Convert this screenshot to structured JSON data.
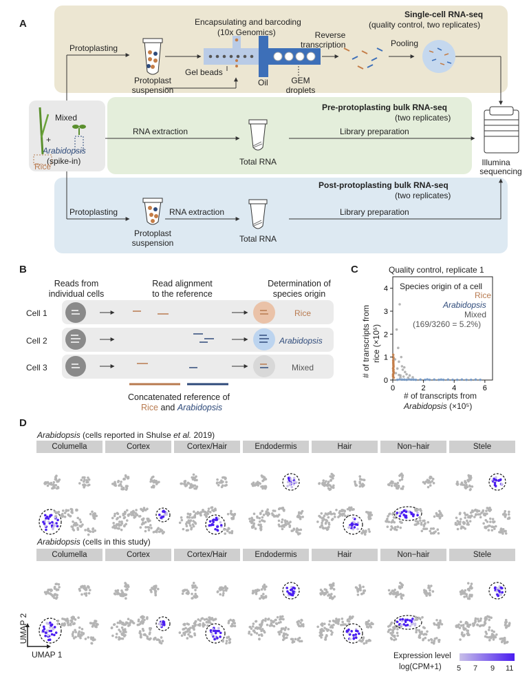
{
  "panel_a": {
    "letter": "A",
    "sc_title": "Single-cell RNA-seq",
    "sc_subtitle": "(quality control, two replicates)",
    "encapsulating": "Encapsulating and barcoding",
    "tenx": "(10x Genomics)",
    "reverse": "Reverse",
    "transcription": "transcription",
    "pooling": "Pooling",
    "protoplasting": "Protoplasting",
    "gel_beads": "Gel beads",
    "oil": "Oil",
    "gem": "GEM",
    "droplets": "droplets",
    "protoplast": "Protoplast",
    "suspension": "suspension",
    "mixed": "Mixed",
    "plus": "+",
    "arabidopsis": "Arabidopsis",
    "spike_in": "(spike-in)",
    "rice": "Rice",
    "pre_title": "Pre-protoplasting bulk RNA-seq",
    "two_replicates": "(two replicates)",
    "rna_extraction": "RNA extraction",
    "total_rna": "Total RNA",
    "library_prep": "Library preparation",
    "illumina": "Illumina",
    "sequencing": "sequencing",
    "post_title": "Post-protoplasting bulk RNA-seq",
    "colors": {
      "sc_bg": "#ece6d2",
      "pre_bg": "#e4eedb",
      "post_bg": "#dde9f2",
      "rice": "#b87a4f",
      "arabidopsis": "#2e4a7a"
    }
  },
  "panel_b": {
    "letter": "B",
    "col1a": "Reads from",
    "col1b": "individual cells",
    "col2a": "Read alignment",
    "col2b": "to the reference",
    "col3a": "Determination of",
    "col3b": "species origin",
    "rows": [
      {
        "label": "Cell 1",
        "result": "Rice"
      },
      {
        "label": "Cell 2",
        "result": "Arabidopsis"
      },
      {
        "label": "Cell 3",
        "result": "Mixed"
      }
    ],
    "ref1": "Concatenated reference of",
    "ref_rice": "Rice",
    "ref_and": "and",
    "ref_arab": "Arabidopsis"
  },
  "panel_c": {
    "letter": "C",
    "chart_data": {
      "type": "scatter",
      "title": "Quality control, replicate 1",
      "legend_title": "Species origin of a cell",
      "legend": [
        "Rice",
        "Arabidopsis",
        "Mixed",
        "(169/3260 = 5.2%)"
      ],
      "ylabel_1": "# of transcripts from",
      "ylabel_2": "rice (×10⁵)",
      "xlabel_1": "# of transcripts from",
      "xlabel_2": "Arabidopsis",
      "xlabel_3": "(×10⁵)",
      "x_ticks": [
        "0",
        "2",
        "4",
        "6"
      ],
      "y_ticks": [
        "0",
        "1",
        "2",
        "3",
        "4"
      ],
      "xlim": [
        0,
        6.5
      ],
      "ylim": [
        0,
        4.5
      ],
      "series": [
        {
          "name": "Rice",
          "color": "#c47d47",
          "x": [
            0.02,
            0.03,
            0.05,
            0.04,
            0.03,
            0.06,
            0.02,
            0.04,
            0.05,
            0.03,
            0.02,
            0.06,
            0.04,
            0.03,
            0.05,
            0.02,
            0.04,
            0.03,
            0.05,
            0.06
          ],
          "y": [
            0.2,
            0.4,
            0.6,
            0.8,
            1.0,
            0.3,
            0.5,
            0.7,
            0.9,
            1.1,
            0.15,
            0.35,
            0.55,
            0.75,
            0.45,
            0.25,
            0.65,
            0.85,
            0.95,
            0.1
          ]
        },
        {
          "name": "Arabidopsis",
          "color": "#6e96c8",
          "x": [
            0.3,
            0.6,
            0.9,
            1.2,
            1.5,
            1.8,
            2.1,
            2.4,
            2.7,
            3.0,
            3.3,
            3.6,
            3.9,
            4.2,
            4.5,
            4.8,
            5.1,
            5.4,
            5.7,
            0.45,
            0.75,
            1.05,
            1.35,
            2.25,
            3.15
          ],
          "y": [
            0.01,
            0.02,
            0.01,
            0.02,
            0.01,
            0.02,
            0.01,
            0.01,
            0.02,
            0.01,
            0.01,
            0.02,
            0.01,
            0.01,
            0.02,
            0.01,
            0.01,
            0.02,
            0.01,
            0.03,
            0.02,
            0.03,
            0.02,
            0.03,
            0.02
          ]
        },
        {
          "name": "Mixed",
          "color": "#a8a8a8",
          "x": [
            0.2,
            0.3,
            0.5,
            0.4,
            0.7,
            0.8,
            1.0,
            0.35,
            0.6,
            0.9,
            1.3,
            0.25,
            0.55,
            0.45,
            0.65,
            0.15,
            1.1,
            0.75,
            0.5,
            0.4
          ],
          "y": [
            0.3,
            0.5,
            0.2,
            0.8,
            0.15,
            0.35,
            0.1,
            1.4,
            0.6,
            0.25,
            0.12,
            2.2,
            1.0,
            3.3,
            0.45,
            0.9,
            0.2,
            0.55,
            0.12,
            0.22
          ]
        }
      ]
    }
  },
  "panel_d": {
    "letter": "D",
    "row1_species": "Arabidopsis",
    "row1_rest_a": " (cells reported in Shulse ",
    "row1_etal": "et al.",
    "row1_rest_b": " 2019)",
    "row2_species": "Arabidopsis",
    "row2_rest": " (cells in this study)",
    "tabs": [
      "Columella",
      "Cortex",
      "Cortex/Hair",
      "Endodermis",
      "Hair",
      "Non−hair",
      "Stele"
    ],
    "umap1": "UMAP 1",
    "umap2": "UMAP 2",
    "legend_title": "Expression level",
    "legend_unit": "log(CPM+1)",
    "legend_ticks": [
      "5",
      "7",
      "9",
      "11"
    ],
    "colors": {
      "grey": "#b4b4b4",
      "low": "#c8bfe8",
      "high": "#4a1df0"
    }
  }
}
